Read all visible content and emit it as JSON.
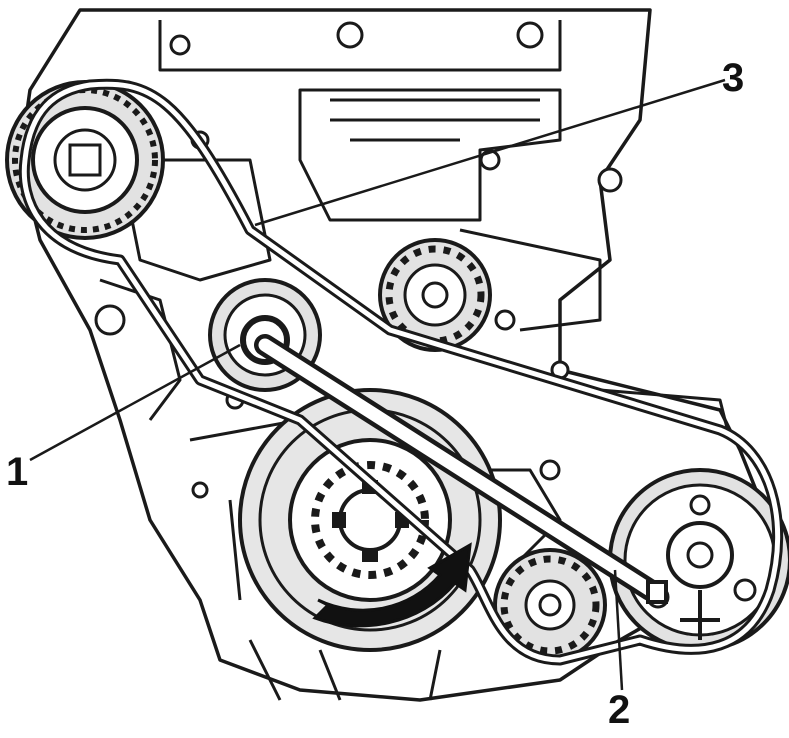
{
  "diagram": {
    "callouts": [
      {
        "id": "1",
        "label": "1"
      },
      {
        "id": "2",
        "label": "2"
      },
      {
        "id": "3",
        "label": "3"
      }
    ],
    "colors": {
      "background": "#ffffff",
      "line": "#1a1a1a",
      "shade": "#d9d9d9",
      "arrow": "#111111"
    }
  }
}
